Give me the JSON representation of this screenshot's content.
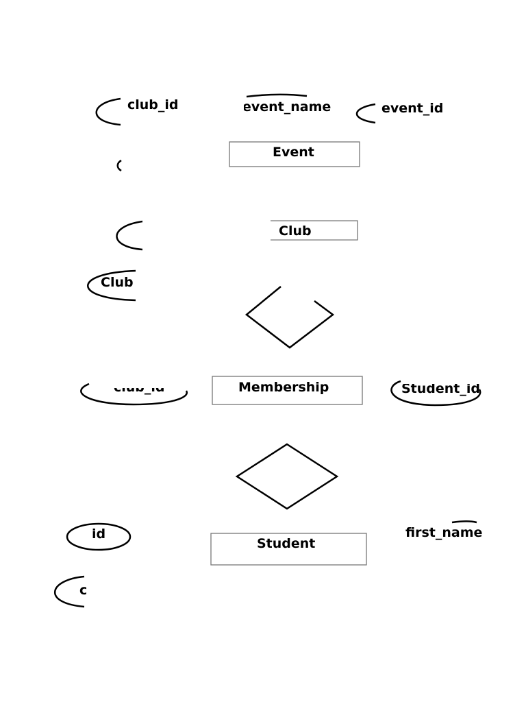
{
  "diagram": {
    "entities": {
      "event": "Event",
      "club": "Club",
      "membership": "Membership",
      "student": "Student"
    },
    "attributes": {
      "club_id": "club_id",
      "event_name": "event_name",
      "event_id": "event_id",
      "club_partial": "Club",
      "student_id": "Student_id",
      "id": "id",
      "first_name": "first_name",
      "cropped_c": "c",
      "cropped_membership_attr": "club_id"
    }
  }
}
